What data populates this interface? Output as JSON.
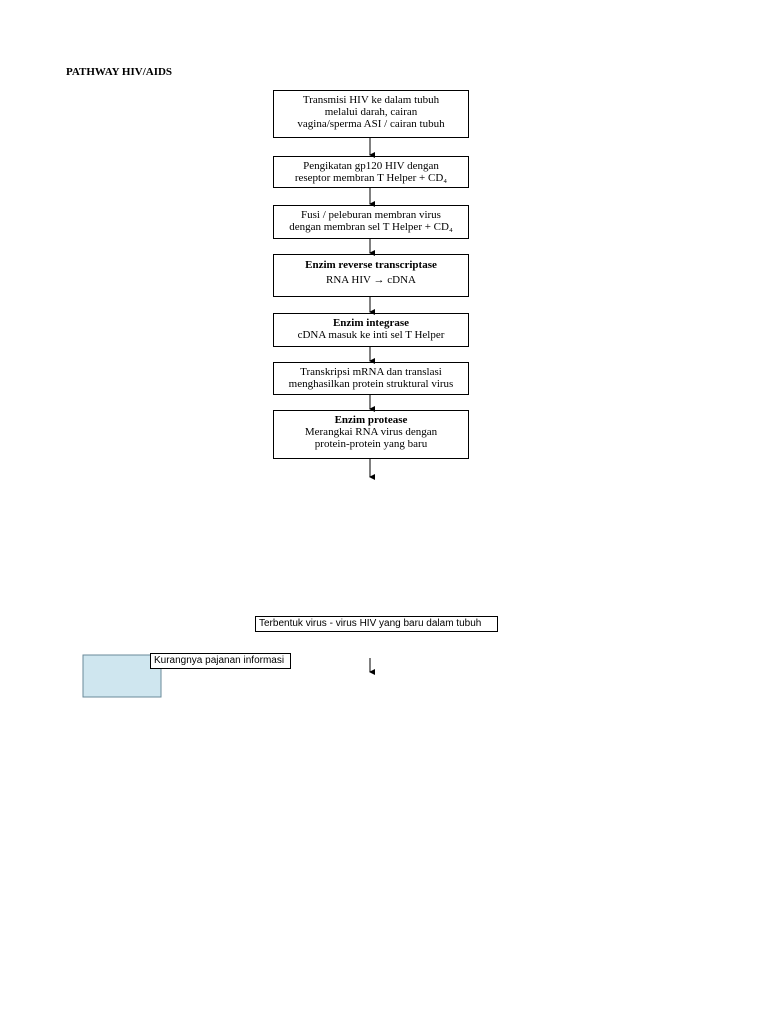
{
  "title": "PATHWAY HIV/AIDS",
  "flow": {
    "transmisi": [
      "Transmisi HIV ke dalam tubuh",
      "melalui darah, cairan",
      "vagina/sperma ASI / cairan tubuh"
    ],
    "pengikatan": [
      "Pengikatan gp120 HIV dengan",
      "reseptor membran T Helper + CD₄"
    ],
    "fusi": [
      "Fusi / peleburan membran virus",
      "dengan membran sel T Helper + CD₄"
    ],
    "reverse": {
      "title": "Enzim reverse transcriptase",
      "body": "RNA HIV → cDNA"
    },
    "integrase": {
      "title": "Enzim integrase",
      "body": "cDNA masuk ke inti sel T Helper"
    },
    "transkripsi": [
      "Transkripsi mRNA dan translasi",
      "menghasilkan protein struktural virus"
    ],
    "protease": {
      "title": "Enzim protease",
      "lines": [
        "Merangkai RNA virus dengan",
        "protein-protein yang baru"
      ]
    }
  },
  "lower": {
    "terbentuk": "Terbentuk virus - virus HIV yang baru dalam tubuh",
    "kurangnya": "Kurangnya pajanan informasi"
  }
}
